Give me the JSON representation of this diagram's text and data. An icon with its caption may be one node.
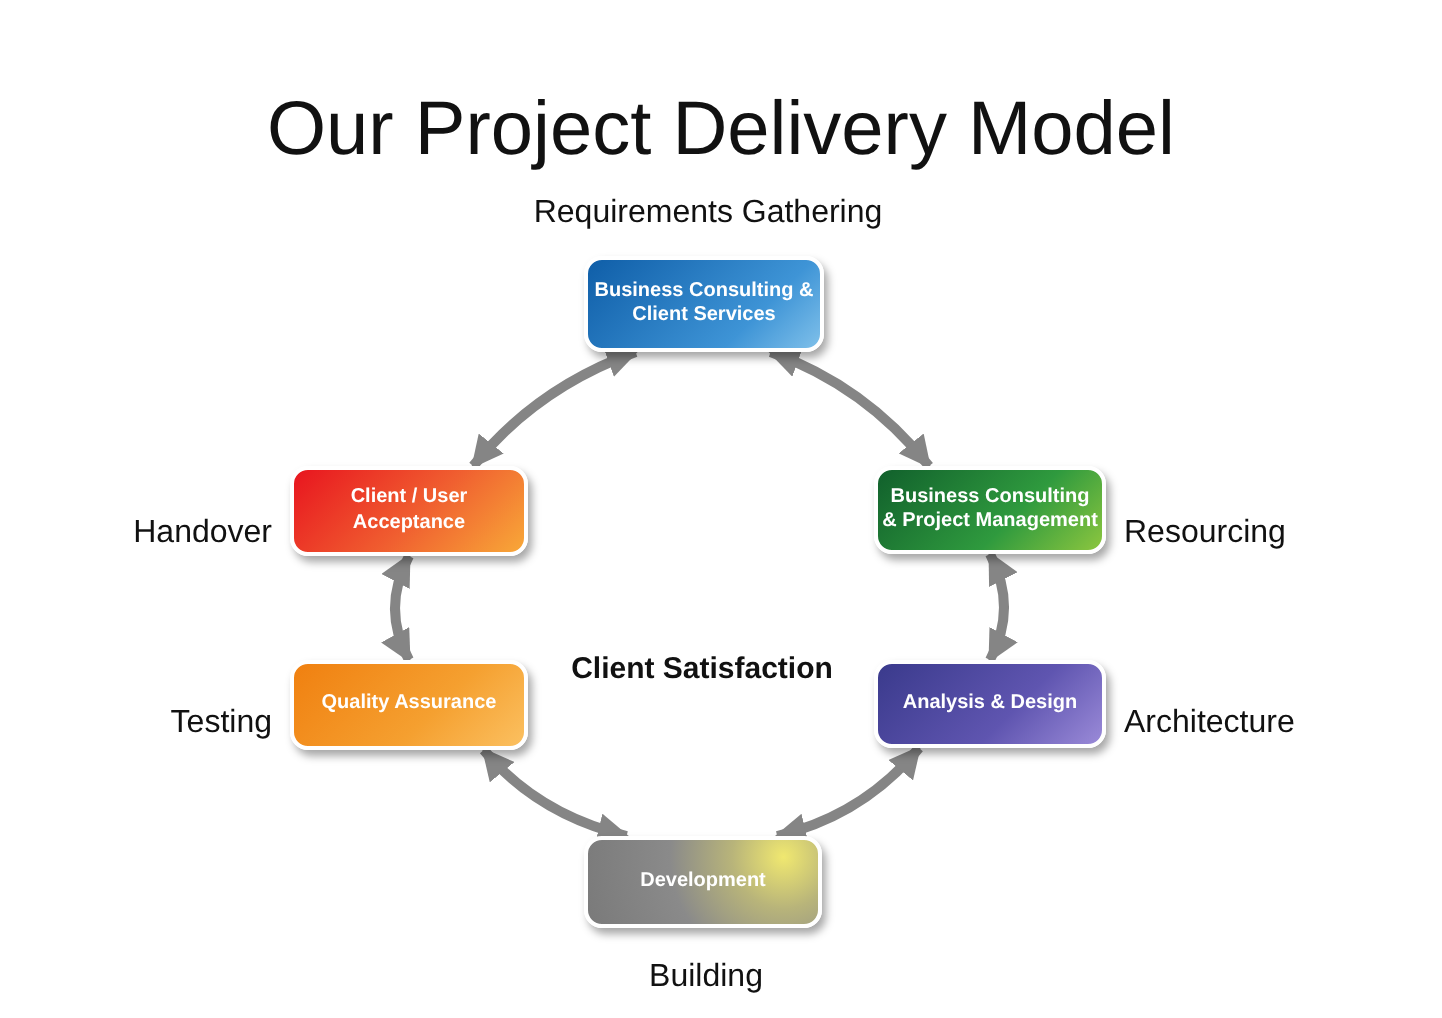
{
  "diagram": {
    "title": "Our Project Delivery Model",
    "nodes": [
      {
        "text": [
          "Business Consulting & Client Services"
        ],
        "beside": [
          "Requirements Gathering"
        ]
      },
      {
        "text": [
          "Business Consulting & Project Management"
        ],
        "beside": [
          "Resourcing"
        ]
      },
      {
        "text": [
          "Analysis & Design"
        ],
        "beside": [
          "Architecture"
        ]
      },
      {
        "text": [
          "Development"
        ],
        "beside": [
          "Building"
        ]
      },
      {
        "text": [
          "Quality Assurance"
        ],
        "beside": [
          "Testing"
        ]
      },
      {
        "text": [
          "Client / User Acceptance"
        ],
        "beside": [
          "Handover"
        ]
      }
    ],
    "edges": [
      {
        "from": 0,
        "to": 1,
        "arrow": "both"
      },
      {
        "from": 1,
        "to": 2,
        "arrow": "both"
      },
      {
        "from": 2,
        "to": 3,
        "arrow": "both"
      },
      {
        "from": 3,
        "to": 4,
        "arrow": "both"
      },
      {
        "from": 4,
        "to": 5,
        "arrow": "both"
      },
      {
        "from": 5,
        "to": 0,
        "arrow": "both"
      }
    ],
    "labels": [
      "Client Satisfaction"
    ]
  }
}
